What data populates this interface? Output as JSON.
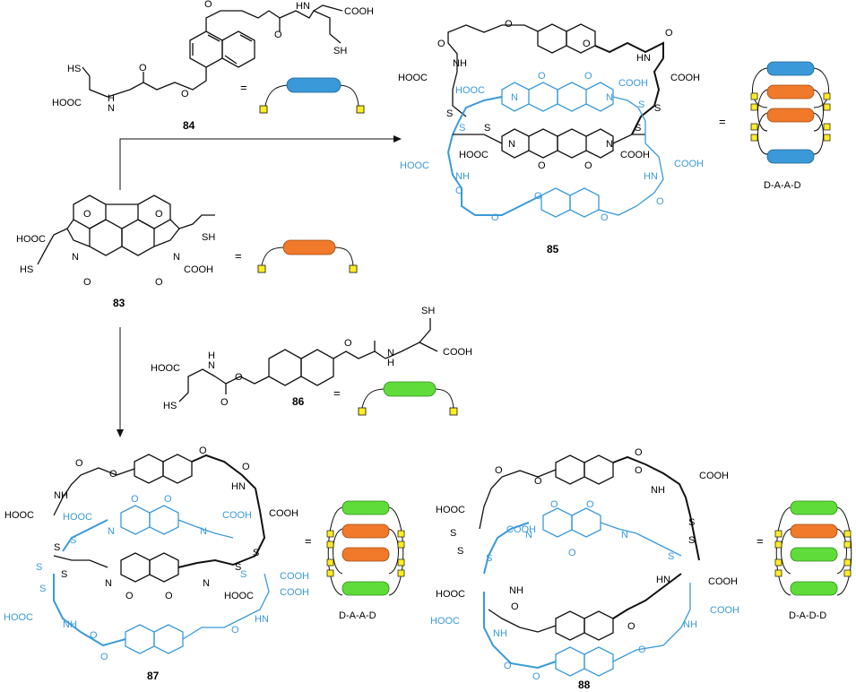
{
  "colors": {
    "black": "#111111",
    "blue": "#3a9ad9",
    "orange": "#f07a2a",
    "green": "#5fdc3a",
    "yellow": "#ffee22"
  },
  "eq": "=",
  "compounds": {
    "c84": {
      "number": "84",
      "labels": [
        "COOH",
        "HN",
        "SH",
        "HS",
        "HOOC",
        "N",
        "H",
        "O",
        "O",
        "O",
        "O"
      ]
    },
    "c83": {
      "number": "83",
      "labels": [
        "HOOC",
        "O",
        "O",
        "SH",
        "N",
        "N",
        "HS",
        "COOH",
        "O",
        "O"
      ]
    },
    "c86": {
      "number": "86",
      "labels": [
        "SH",
        "HOOC",
        "H",
        "N",
        "O",
        "O",
        "H",
        "N",
        "COOH",
        "HS",
        "O"
      ]
    },
    "c85": {
      "number": "85",
      "caption": "D-A-A-D",
      "labels": [
        "O",
        "O",
        "O",
        "O",
        "NH",
        "HN",
        "HOOC",
        "COOH",
        "HOOC",
        "COOH",
        "O",
        "O",
        "N",
        "N",
        "S",
        "S",
        "S",
        "S",
        "S",
        "S",
        "HOOC",
        "N",
        "N",
        "COOH",
        "O",
        "O",
        "HOOC",
        "COOH",
        "HN",
        "NH",
        "O",
        "O",
        "O",
        "O",
        "O"
      ]
    },
    "c87": {
      "number": "87",
      "caption": "D-A-A-D",
      "labels": [
        "O",
        "O",
        "O",
        "O",
        "NH",
        "HN",
        "HOOC",
        "COOH",
        "HOOC",
        "COOH",
        "O",
        "O",
        "N",
        "N",
        "S",
        "S",
        "S",
        "S",
        "S",
        "S",
        "N",
        "N",
        "S",
        "S",
        "HOOC",
        "COOH",
        "O",
        "O",
        "HOOC",
        "COOH",
        "NH",
        "HN",
        "O",
        "O",
        "O"
      ]
    },
    "c88": {
      "number": "88",
      "caption": "D-A-D-D",
      "labels": [
        "O",
        "O",
        "O",
        "NH",
        "O",
        "COOH",
        "HOOC",
        "COOH",
        "N",
        "N",
        "O",
        "O",
        "O",
        "S",
        "S",
        "S",
        "S",
        "S",
        "S",
        "HN",
        "COOH",
        "HOOC",
        "NH",
        "O",
        "O",
        "COOH",
        "NH",
        "HOOC",
        "NH",
        "O",
        "O",
        "O"
      ]
    }
  }
}
